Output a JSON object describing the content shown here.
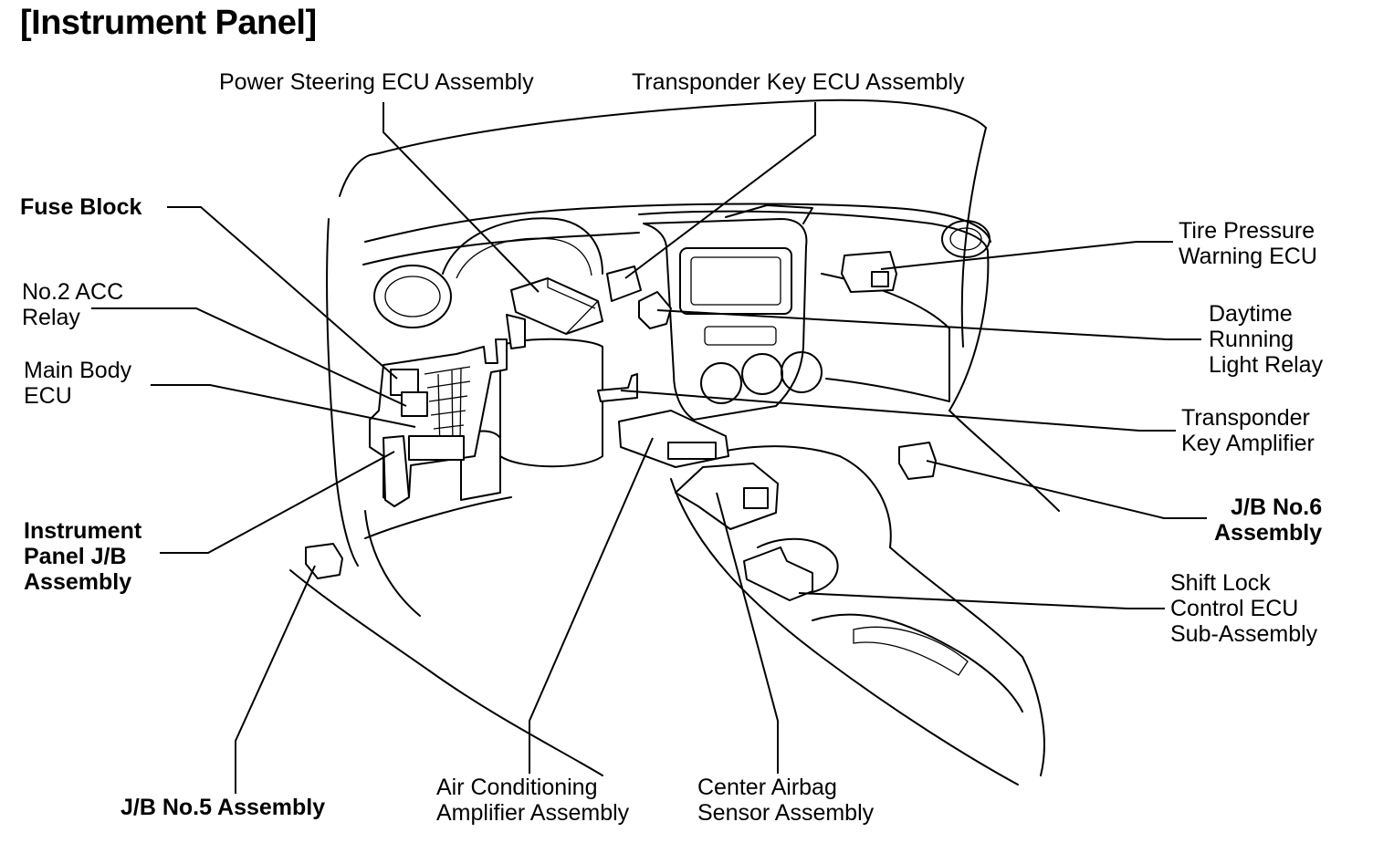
{
  "title": "[Instrument Panel]",
  "labels": {
    "power_steering": "Power Steering ECU Assembly",
    "transponder_ecu": "Transponder Key ECU Assembly",
    "fuse_block": "Fuse Block",
    "acc_relay_1": "No.2 ACC",
    "acc_relay_2": "Relay",
    "main_body_1": "Main Body",
    "main_body_2": "ECU",
    "ip_jb_1": "Instrument",
    "ip_jb_2": "Panel J/B",
    "ip_jb_3": "Assembly",
    "jb5": "J/B No.5 Assembly",
    "ac_amp_1": "Air Conditioning",
    "ac_amp_2": "Amplifier Assembly",
    "airbag_1": "Center Airbag",
    "airbag_2": "Sensor Assembly",
    "tpms_1": "Tire Pressure",
    "tpms_2": "Warning ECU",
    "drl_1": "Daytime",
    "drl_2": "Running",
    "drl_3": "Light Relay",
    "tk_amp_1": "Transponder",
    "tk_amp_2": "Key Amplifier",
    "jb6_1": "J/B No.6",
    "jb6_2": "Assembly",
    "shift_1": "Shift Lock",
    "shift_2": "Control ECU",
    "shift_3": "Sub-Assembly"
  }
}
